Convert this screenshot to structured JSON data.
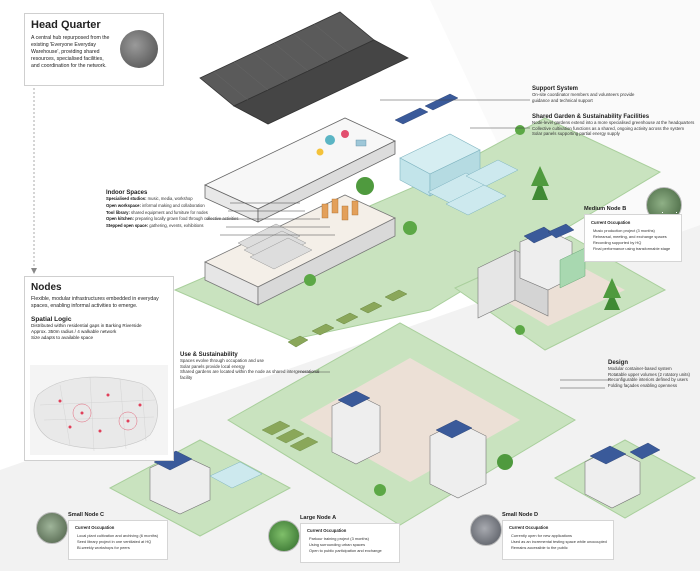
{
  "hq": {
    "title": "Head Quarter",
    "desc": "A central hub repurposed from the existing 'Everyone Everyday Warehouse', providing shared resources, specialised facilities, and coordination for the network."
  },
  "support": {
    "title": "Support System",
    "lines": [
      "On-site coordinator members and volunteers provide",
      "guidance and technical support"
    ]
  },
  "garden": {
    "title": "Shared Garden & Sustainability Facilities",
    "lines": [
      "Node-level gardens extend into a more specialised greenhouse at the headquarters",
      "Collective cultivation functions as a shared, ongoing activity across the system",
      "Solar panels supporting partial energy supply"
    ]
  },
  "indoor": {
    "title": "Indoor Spaces",
    "items": [
      {
        "b": "Specialised studios:",
        "t": " music, media, workshop"
      },
      {
        "b": "Open workspace:",
        "t": " informal making and collaboration"
      },
      {
        "b": "Tool library:",
        "t": " shared equipment and furniture for nodes"
      },
      {
        "b": "Open kitchen:",
        "t": " preparing locally grown food through collective activities"
      },
      {
        "b": "Stepped open space:",
        "t": " gathering, events, exhibitions"
      }
    ]
  },
  "nodes": {
    "title": "Nodes",
    "desc": "Flexible, modular infrastructures embedded in everyday spaces, enabling informal activities to emerge.",
    "spatial_title": "Spatial Logic",
    "spatial_lines": [
      "Distributed within residential gaps in Barking Riverside",
      "Approx. 350m radius / 4 walkable network",
      "Size adapts to available space"
    ]
  },
  "medium_b": {
    "title": "Medium Node B",
    "sub": "Current Occupation",
    "items": [
      "Music production project (3 months)",
      "Rehearsal, meeting, and exchange spaces",
      "Recording supported by HQ",
      "Final performance using transformable stage"
    ]
  },
  "design": {
    "title": "Design",
    "items": [
      "Modular container-based system",
      "Rotatable upper volumes (2 rotatory units)",
      "Reconfigurable interiors defined by users",
      "Folding façades enabling openness"
    ]
  },
  "use": {
    "title": "Use & Sustainability",
    "items": [
      "Spaces evolve through occupation and use",
      "Solar panels provide local energy",
      "Shared gardens are located within the node as shared intergenerational facility"
    ]
  },
  "large_a": {
    "title": "Large Node A",
    "sub": "Current Occupation",
    "items": [
      "Parkour training project (3 months)",
      "Using surrounding urban spaces",
      "Open to public participation and exchange"
    ]
  },
  "small_c": {
    "title": "Small Node C",
    "sub": "Current Occupation",
    "items": [
      "Local plant cultivation and archiving (6 months)",
      "Seed library project in one ventilated at HQ",
      "Bi-weekly workshops for peers"
    ]
  },
  "small_d": {
    "title": "Small Node D",
    "sub": "Current Occupation",
    "items": [
      "Currently open for new applications",
      "Used as an incremental testing space while unoccupied",
      "Remains accessible to the public"
    ]
  },
  "colors": {
    "grass": "#c9e3bf",
    "grass_edge": "#a9cf9c",
    "roof": "#505050",
    "wall": "#f2f2f2",
    "plaza": "#ece0d6",
    "solar": "#3a5a9a",
    "tree": "#4f9a3e",
    "bg_band": "#f0f0f0"
  }
}
